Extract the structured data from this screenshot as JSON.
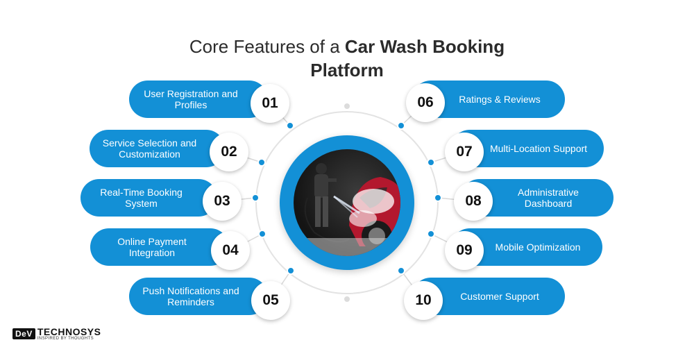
{
  "title": {
    "plain": "Core Features of a ",
    "bold_line1": "Car Wash Booking",
    "bold_line2": "Platform"
  },
  "features": [
    {
      "number": "01",
      "label": "User Registration and Profiles"
    },
    {
      "number": "02",
      "label": "Service Selection and Customization"
    },
    {
      "number": "03",
      "label": "Real-Time Booking System"
    },
    {
      "number": "04",
      "label": "Online Payment Integration"
    },
    {
      "number": "05",
      "label": "Push Notifications and Reminders"
    },
    {
      "number": "06",
      "label": "Ratings & Reviews"
    },
    {
      "number": "07",
      "label": "Multi-Location Support"
    },
    {
      "number": "08",
      "label": "Administrative Dashboard"
    },
    {
      "number": "09",
      "label": "Mobile Optimization"
    },
    {
      "number": "10",
      "label": "Customer Support"
    }
  ],
  "logo": {
    "mark": "DeV",
    "name": "TECHNOSYS",
    "tagline": "INSPIRED BY THOUGHTS"
  },
  "colors": {
    "accent": "#1390d6",
    "ring": "#e3e3e3",
    "dot": "#1390d6"
  }
}
